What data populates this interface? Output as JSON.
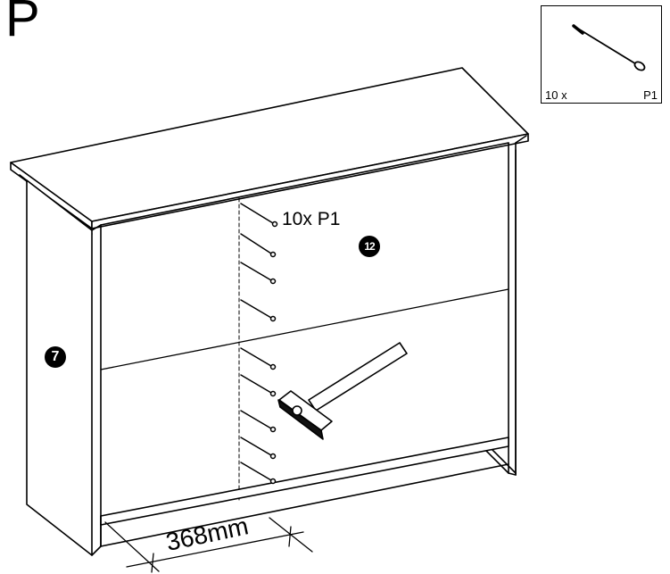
{
  "step": {
    "letter": "P"
  },
  "parts": {
    "quantity": "10 x",
    "part_id": "P1",
    "icon": "nail-icon"
  },
  "callouts": {
    "nail_callout": "10x P1"
  },
  "markers": {
    "back_panel": "12",
    "side_panel": "7"
  },
  "dimension": {
    "label": "368mm"
  },
  "tools": {
    "icon": "hammer-icon"
  }
}
